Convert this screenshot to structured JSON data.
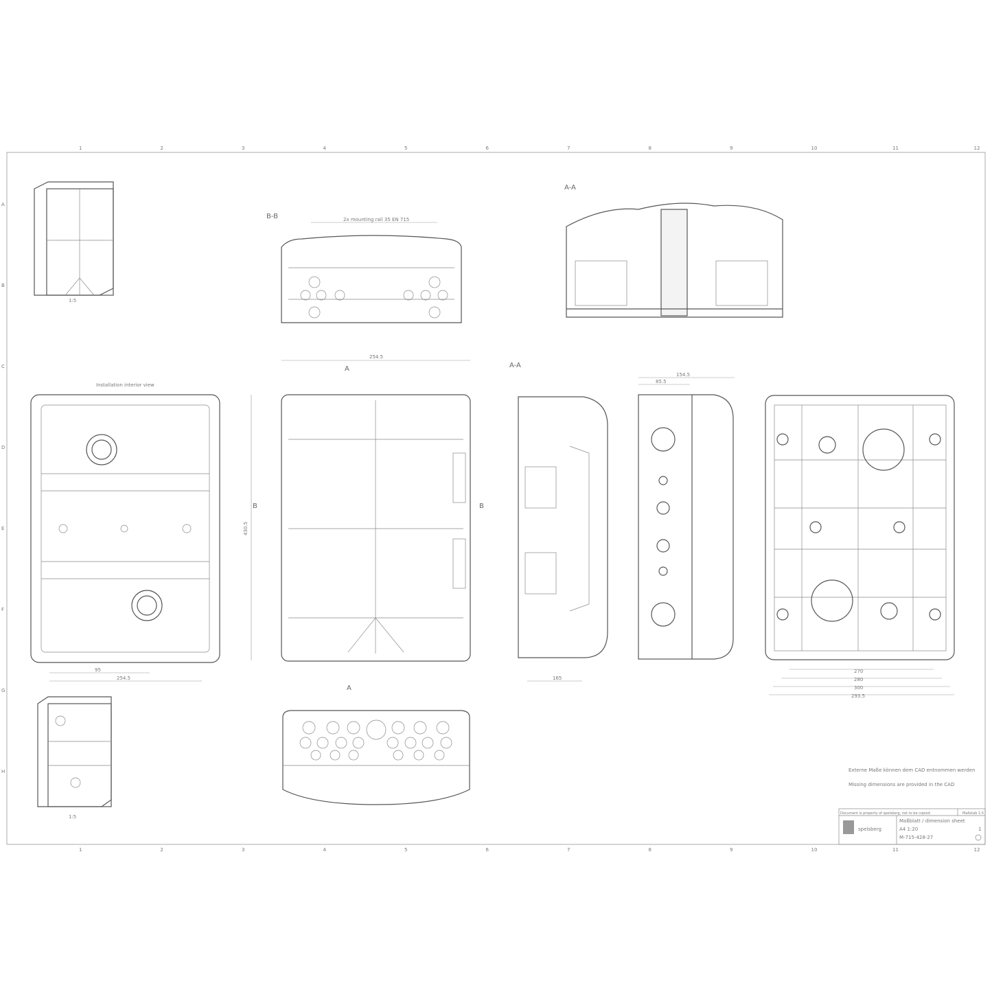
{
  "sheet": {
    "grid_columns": [
      "1",
      "2",
      "3",
      "4",
      "5",
      "6",
      "7",
      "8",
      "9",
      "10",
      "11",
      "12"
    ],
    "grid_rows": [
      "A",
      "B",
      "C",
      "D",
      "E",
      "F",
      "G",
      "H"
    ]
  },
  "views": {
    "section_bb": "B-B",
    "section_aa_top": "A-A",
    "section_aa_side": "A-A",
    "cut_a": "A",
    "cut_b": "B",
    "bb_width_dim": "2x mounting rail 35 EN 715",
    "inner_view_caption": "Installation interior view",
    "iso_top_caption": "1:5",
    "iso_bottom_caption": "1:5"
  },
  "dimensions": {
    "front_width": "254.5",
    "front_height": "430.5",
    "inner_width": "254.5",
    "inner_spacing": "95",
    "rear_w1": "270",
    "rear_w2": "280",
    "rear_w3": "300",
    "rear_w4": "293.5",
    "side_depth": "154.5",
    "side_depth2": "85.5",
    "aa_depth": "165"
  },
  "notes": {
    "note_de": "Externe Maße können dem CAD entnommen werden",
    "note_en": "Missing dimensions are provided in the CAD"
  },
  "title_block": {
    "disclaimer": "Document is property of spelsberg, not to be copied",
    "scale_label": "Maßstab 1:5",
    "company": "spelsberg",
    "title": "Maßblatt / dimension sheet",
    "format": "A4 1:20",
    "drawing_number": "M-715-428-27",
    "sheet": "1"
  }
}
